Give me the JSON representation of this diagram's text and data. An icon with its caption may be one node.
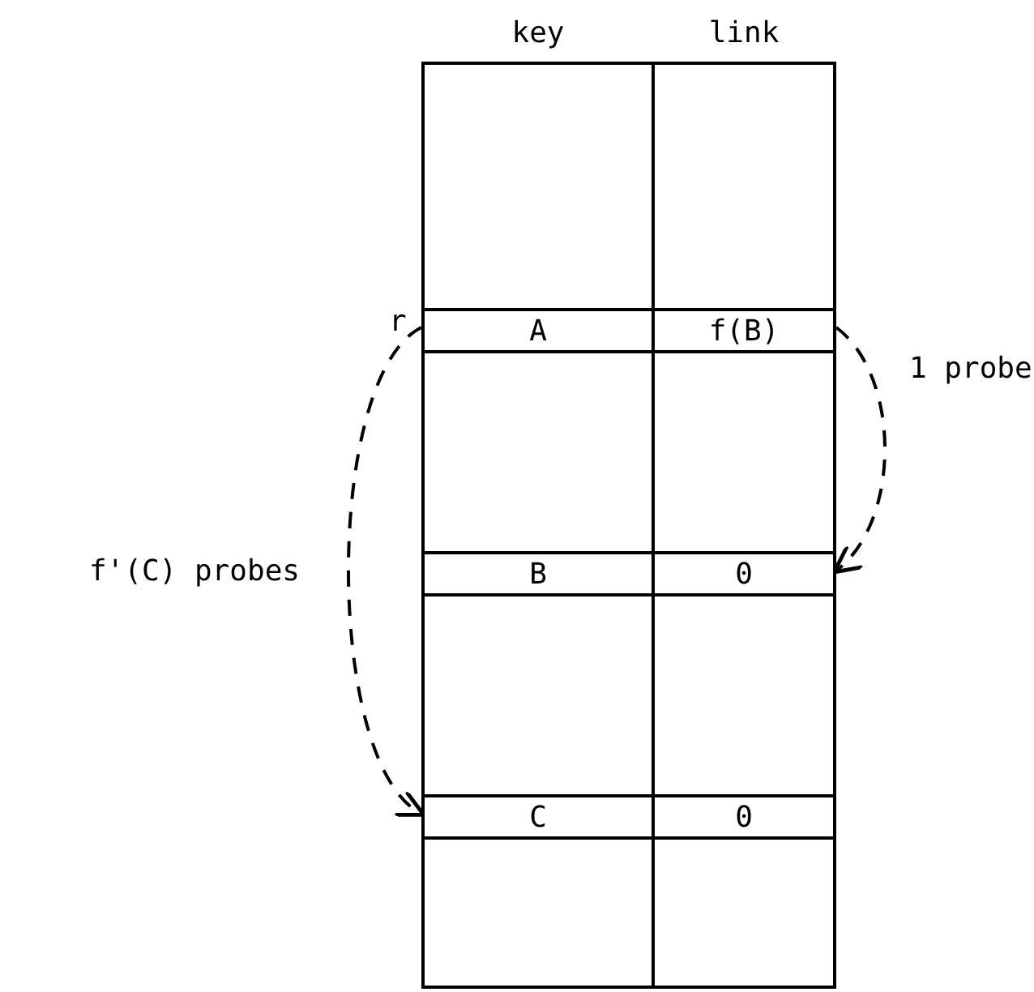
{
  "diagram": {
    "nodes": [
      {
        "text": [
          "key",
          "link"
        ]
      },
      {
        "text": [
          "A",
          "f(B)"
        ],
        "in": 0,
        "beside": [
          "r"
        ]
      },
      {
        "text": [
          "B",
          "0"
        ],
        "in": 0
      },
      {
        "text": [
          "C",
          "0"
        ],
        "in": 0
      }
    ],
    "edges": [
      {
        "from": 1,
        "to": 2,
        "arrow": "to",
        "label": "1 probe",
        "style": "dashed"
      },
      {
        "from": 1,
        "to": 3,
        "arrow": "to",
        "label": "f'(C) probes",
        "style": "dashed"
      }
    ]
  }
}
